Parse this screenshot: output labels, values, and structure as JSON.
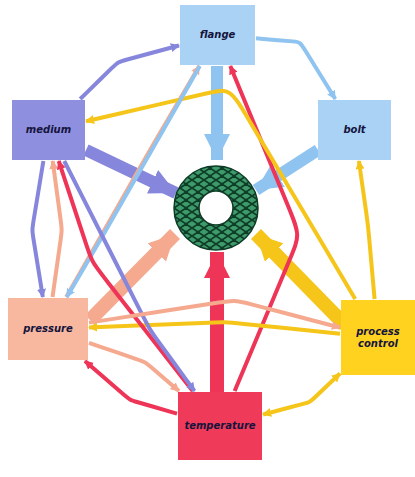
{
  "diagram": {
    "nodes": [
      {
        "text": [
          "flange"
        ]
      },
      {
        "text": [
          "medium"
        ]
      },
      {
        "text": [
          "bolt"
        ]
      },
      {
        "text": [
          "pressure"
        ]
      },
      {
        "text": [
          "process control"
        ]
      },
      {
        "text": [
          "temperature"
        ]
      }
    ],
    "edges": [
      {
        "from": 1,
        "to": 0,
        "arrow": "to"
      },
      {
        "from": 3,
        "to": 0,
        "arrow": "to"
      },
      {
        "from": 5,
        "to": 0,
        "arrow": "to"
      },
      {
        "from": 0,
        "to": 2,
        "arrow": "to"
      },
      {
        "from": 4,
        "to": 1,
        "arrow": "to"
      },
      {
        "from": 4,
        "to": 2,
        "arrow": "to"
      },
      {
        "from": 4,
        "to": 3,
        "arrow": "to"
      },
      {
        "from": 5,
        "to": 4,
        "arrow": "both"
      },
      {
        "from": 1,
        "to": 3,
        "arrow": "to"
      },
      {
        "from": 3,
        "to": 1,
        "arrow": "to"
      },
      {
        "from": 0,
        "to": 3,
        "arrow": "to"
      },
      {
        "from": 5,
        "to": 1,
        "arrow": "to"
      },
      {
        "from": 5,
        "to": 3,
        "arrow": "to"
      },
      {
        "from": 3,
        "to": 5,
        "arrow": "to"
      },
      {
        "from": 1,
        "to": 5,
        "arrow": "to"
      },
      {
        "from": 3,
        "to": 4,
        "arrow": "to"
      }
    ]
  }
}
